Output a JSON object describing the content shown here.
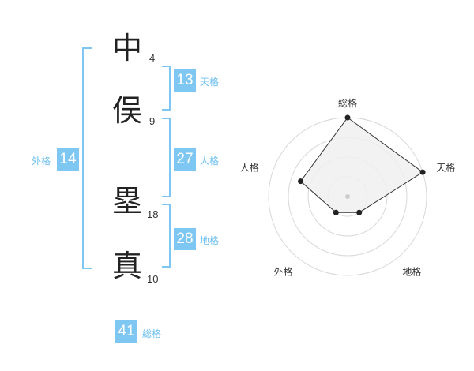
{
  "characters": [
    {
      "char": "中",
      "strokes": "4"
    },
    {
      "char": "俣",
      "strokes": "9"
    },
    {
      "char": "塁",
      "strokes": "18"
    },
    {
      "char": "真",
      "strokes": "10"
    }
  ],
  "kaku": {
    "tenkaku": {
      "value": "13",
      "label": "天格"
    },
    "jinkaku": {
      "value": "27",
      "label": "人格"
    },
    "chikaku": {
      "value": "28",
      "label": "地格"
    },
    "gaikaku": {
      "value": "14",
      "label": "外格"
    },
    "soukaku": {
      "value": "41",
      "label": "総格"
    }
  },
  "colors": {
    "accent": "#7ec7f2",
    "accent_text": "#6bbfef",
    "bracket": "#7ec7f2",
    "radar_fill": "#f0f0f0"
  },
  "chart_data": {
    "type": "radar",
    "axes": [
      "総格",
      "天格",
      "地格",
      "外格",
      "人格"
    ],
    "values": [
      4,
      4,
      1,
      1,
      2.5
    ],
    "rmax": 4,
    "rings": 4
  }
}
